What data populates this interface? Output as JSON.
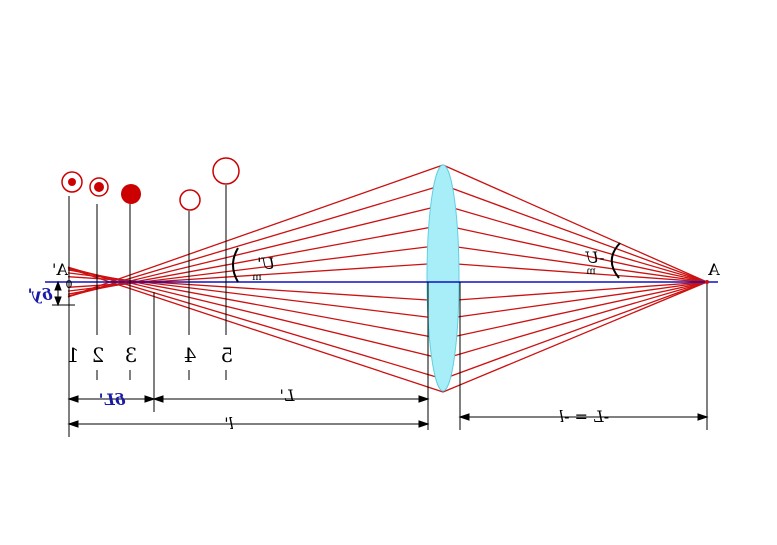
{
  "diagram": {
    "point_A": "A",
    "point_A0": "A'",
    "point_A0_sub": "0",
    "angle_u": "-U",
    "angle_u_sub": "m",
    "angle_u_prime": "U'",
    "angle_u_prime_sub": "m",
    "delta_y": "δy'",
    "delta_L": "δL'",
    "dim_L_prime": "L'",
    "dim_l_prime": "l'",
    "dim_object": "-L = -l",
    "planes": [
      "1",
      "2",
      "3",
      "4",
      "5"
    ],
    "colors": {
      "ray": "#cc1111",
      "axis": "#1010c0",
      "lens": "#a8eef8",
      "spot": "#cc0000",
      "delta_text": "#1a1aa8"
    }
  }
}
